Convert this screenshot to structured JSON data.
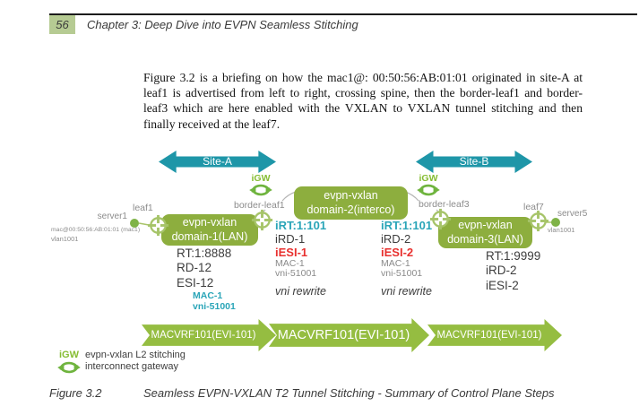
{
  "header": {
    "page_number": "56",
    "chapter_title": "Chapter 3:  Deep Dive into EVPN Seamless Stitching"
  },
  "paragraph": "Figure 3.2 is a briefing on how the mac1@: 00:50:56:AB:01:01 originated in site-A at leaf1 is advertised from left to right, crossing spine, then the border-leaf1 and border-leaf3 which are here enabled with the VXLAN to VXLAN tunnel stitching and then finally received at the leaf7.",
  "diagram": {
    "site_a": "Site-A",
    "site_b": "Site-B",
    "igw_label_a": "iGW",
    "igw_label_b": "iGW",
    "labels": {
      "leaf1": "leaf1",
      "border_leaf1": "border-leaf1",
      "border_leaf3": "border-leaf3",
      "leaf7": "leaf7",
      "server1": "server1",
      "server5": "server5",
      "server1_mac": "mac@00:50:56:AB:01:01 (mac1)",
      "server1_vlan": "vlan1001",
      "server5_vlan": "vlan1001"
    },
    "domain1": {
      "line1": "evpn-vxlan",
      "line2": "domain-1(LAN)",
      "rt": "RT:1:8888",
      "rd": "RD-12",
      "esi": "ESI-12",
      "mac": "MAC-1",
      "vni": "vni-51001"
    },
    "domain2": {
      "line1": "evpn-vxlan",
      "line2": "domain-2(interco)",
      "left": {
        "irt": "iRT:1:101",
        "ird": "iRD-1",
        "iesi": "iESI-1",
        "mac": "MAC-1",
        "vni": "vni-51001",
        "rewrite": "vni rewrite"
      },
      "right": {
        "irt": "iRT:1:101",
        "ird": "iRD-2",
        "iesi": "iESI-2",
        "mac": "MAC-1",
        "vni": "vni-51001",
        "rewrite": "vni rewrite"
      }
    },
    "domain3": {
      "line1": "evpn-vxlan",
      "line2": "domain-3(LAN)",
      "rt": "RT:1:9999",
      "rd": "iRD-2",
      "esi": "iESI-2"
    },
    "flow_arrows": [
      "MACVRF101(EVI-101)",
      "MACVRF101(EVI-101)",
      "MACVRF101(EVI-101)"
    ],
    "legend": {
      "igw": "iGW",
      "stitching": "evpn-vxlan L2 stitching",
      "gateway": "interconnect gateway"
    }
  },
  "caption": {
    "label": "Figure 3.2",
    "text": "Seamless EVPN-VXLAN T2 Tunnel Stitching - Summary of Control Plane Steps"
  },
  "colors": {
    "teal_arrow": "#1e96a8",
    "teal_text": "#2aa5b8",
    "green_box": "#8dae3e",
    "green_flow_arrow": "#95bd41",
    "igw_green": "#6fb43e",
    "node_green": "#a6c469",
    "red_text": "#e8312f",
    "dark_text": "#3d3d3d",
    "gray_text": "#8c8c8c",
    "header_green": "#b6cb93"
  }
}
